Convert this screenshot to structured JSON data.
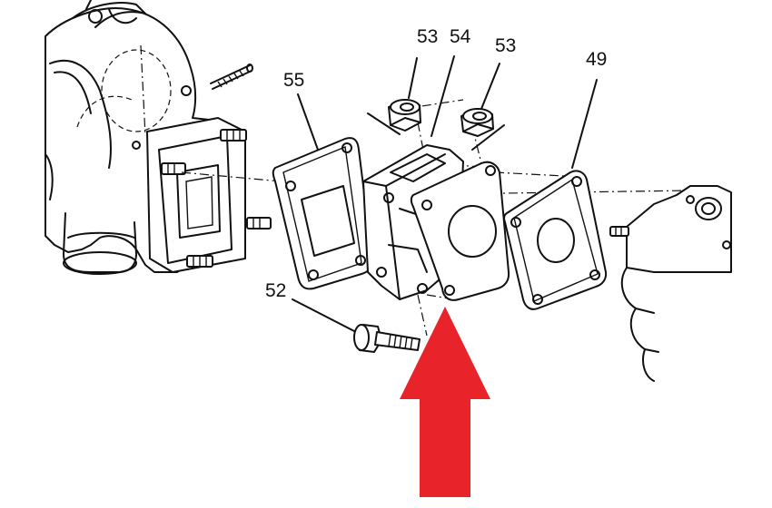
{
  "callouts": {
    "part_53_left": "53",
    "part_54": "54",
    "part_53_right": "53",
    "part_49": "49",
    "part_55": "55",
    "part_52": "52"
  },
  "colors": {
    "line": "#111111",
    "arrow": "#e8232a",
    "background": "#ffffff"
  }
}
